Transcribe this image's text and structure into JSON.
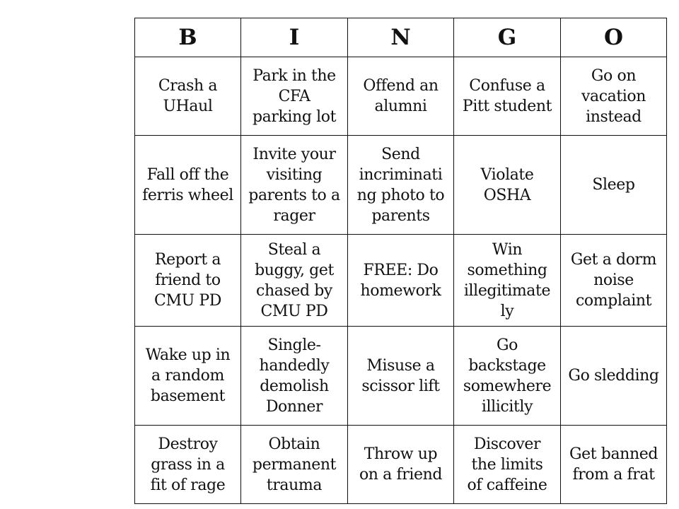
{
  "board": {
    "headers": [
      "B",
      "I",
      "N",
      "G",
      "O"
    ],
    "rows": [
      [
        "Crash a\nUHaul",
        "Park in the\nCFA\nparking lot",
        "Offend an\nalumni",
        "Confuse a\nPitt student",
        "Go on\nvacation\ninstead"
      ],
      [
        "Fall off the\nferris wheel",
        "Invite your\nvisiting\nparents to a\nrager",
        "Send\nincriminati\nng photo to\nparents",
        "Violate\nOSHA",
        "Sleep"
      ],
      [
        "Report a\nfriend to\nCMU PD",
        "Steal a\nbuggy, get\nchased by\nCMU PD",
        "FREE: Do\nhomework",
        "Win\nsomething\nillegitimate\nly",
        "Get a dorm\nnoise\ncomplaint"
      ],
      [
        "Wake up in\na random\nbasement",
        "Single-\nhandedly\ndemolish\nDonner",
        "Misuse a\nscissor lift",
        "Go\nbackstage\nsomewhere\nillicitly",
        "Go sledding"
      ],
      [
        "Destroy\ngrass in a\nfit of rage",
        "Obtain\npermanent\ntrauma",
        "Throw up\non a friend",
        "Discover\nthe limits\nof caffeine",
        "Get banned\nfrom a frat"
      ]
    ]
  }
}
